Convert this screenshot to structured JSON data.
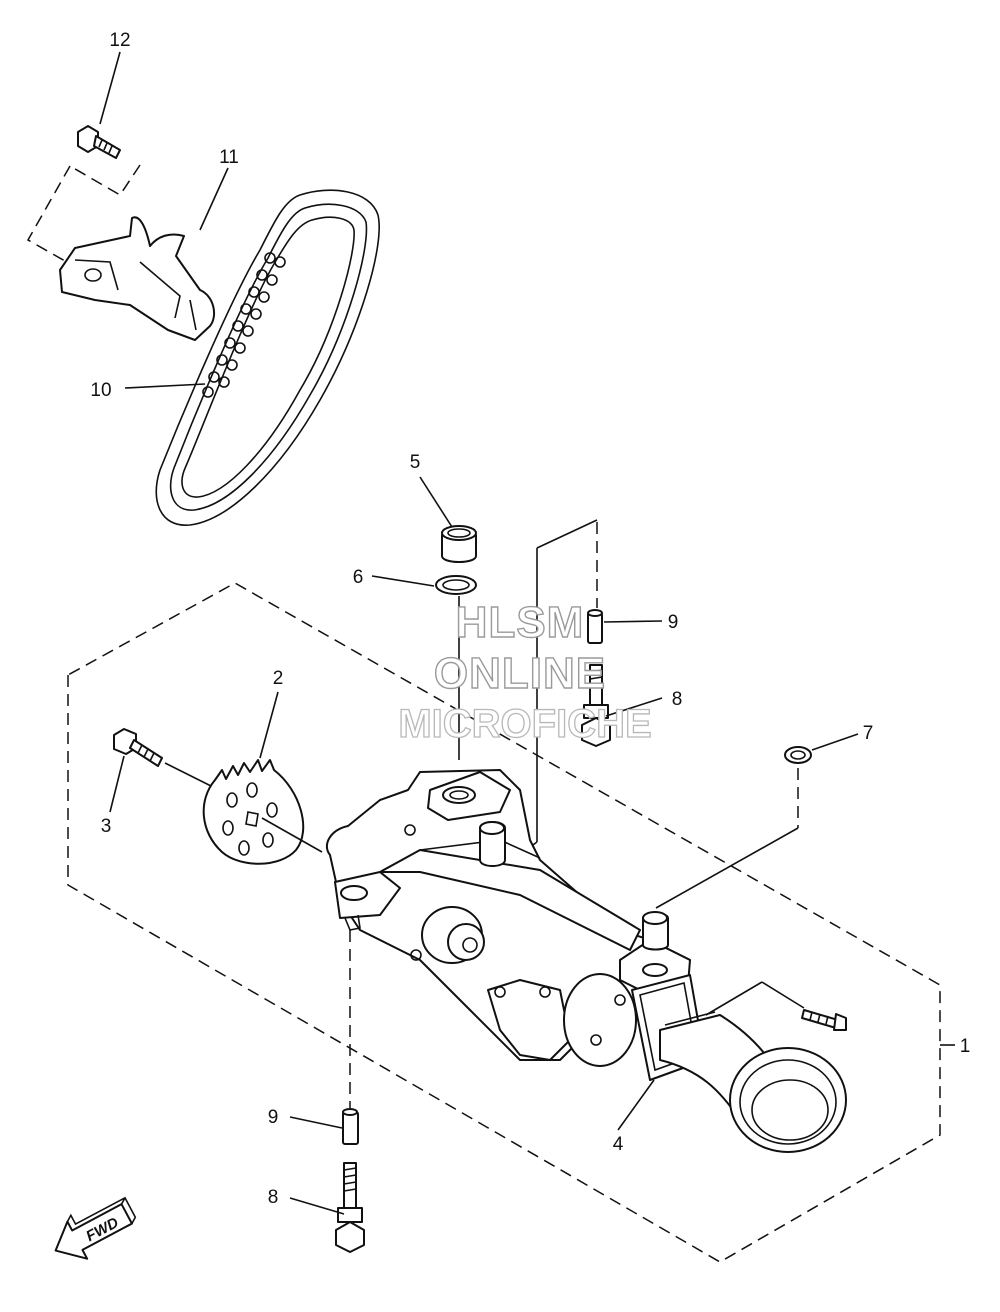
{
  "diagram": {
    "callouts": [
      {
        "id": "c12",
        "label": "12"
      },
      {
        "id": "c11",
        "label": "11"
      },
      {
        "id": "c10",
        "label": "10"
      },
      {
        "id": "c5",
        "label": "5"
      },
      {
        "id": "c6",
        "label": "6"
      },
      {
        "id": "c9a",
        "label": "9"
      },
      {
        "id": "c8a",
        "label": "8"
      },
      {
        "id": "c7",
        "label": "7"
      },
      {
        "id": "c2",
        "label": "2"
      },
      {
        "id": "c3",
        "label": "3"
      },
      {
        "id": "c1",
        "label": "1"
      },
      {
        "id": "c4",
        "label": "4"
      },
      {
        "id": "c9b",
        "label": "9"
      },
      {
        "id": "c8b",
        "label": "8"
      }
    ],
    "watermark": {
      "line1": "HLSM",
      "line2": "ONLINE",
      "line3": "MICROFICHE"
    },
    "fwd_label": "FWD"
  },
  "colors": {
    "ink": "#111111",
    "watermark": "#9a9a9a",
    "background": "#ffffff"
  }
}
